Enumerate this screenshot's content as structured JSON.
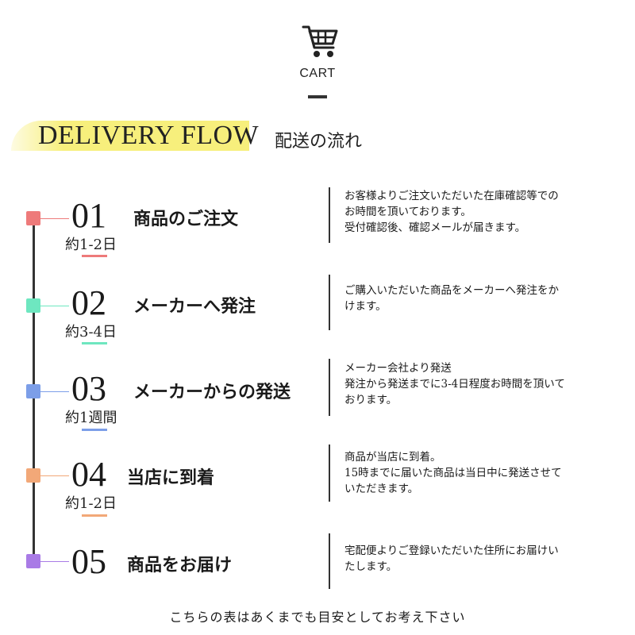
{
  "header": {
    "cart_icon": "cart-icon",
    "cart_label": "CART"
  },
  "flow": {
    "title": "DELIVERY FLOW",
    "subtitle": "配送の流れ",
    "highlight_color": "#f7ef7c"
  },
  "steps": [
    {
      "num": "01",
      "title": "商品のご注文",
      "duration": "約1-2日",
      "color": "#ee7a7a",
      "desc": [
        "お客様よりご注文いただいた在庫確認等での",
        "お時間を頂いております。",
        "受付確認後、確認メールが届きます。"
      ]
    },
    {
      "num": "02",
      "title": "メーカーへ発注",
      "duration": "約3-4日",
      "color": "#6ee7c0",
      "desc": [
        "ご購入いただいた商品をメーカーへ発注をか",
        "けます。"
      ]
    },
    {
      "num": "03",
      "title": "メーカーからの発送",
      "duration": "約1週間",
      "color": "#7c9ee8",
      "desc": [
        "メーカー会社より発送",
        "発注から発送までに3-4日程度お時間を頂いて",
        "おります。"
      ]
    },
    {
      "num": "04",
      "title": "当店に到着",
      "duration": "約1-2日",
      "color": "#f2a878",
      "desc": [
        "商品が当店に到着。",
        "15時までに届いた商品は当日中に発送させて",
        "いただきます。"
      ]
    },
    {
      "num": "05",
      "title": "商品をお届け",
      "duration": "",
      "color": "#a97be6",
      "desc": [
        "宅配便よりご登録いただいた住所にお届けい",
        "たします。"
      ]
    }
  ],
  "footer": {
    "note": "こちらの表はあくまでも目安としてお考え下さい"
  }
}
